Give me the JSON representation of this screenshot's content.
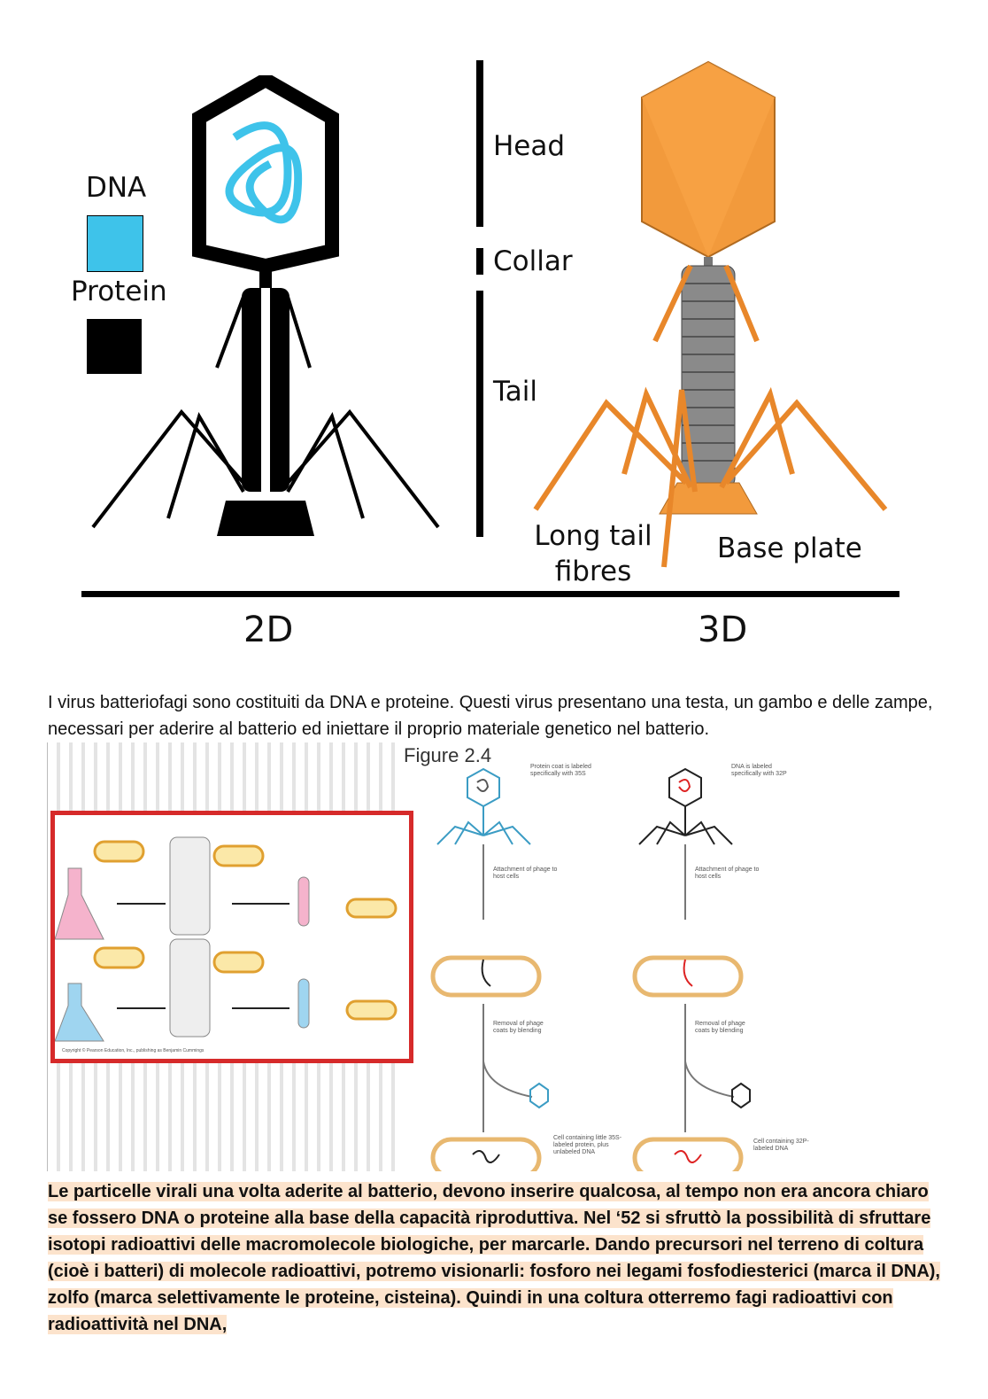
{
  "figure1": {
    "legend": {
      "dna": "DNA",
      "protein": "Protein",
      "dna_color": "#3ec3ea",
      "protein_color": "#000000"
    },
    "parts": {
      "head": "Head",
      "collar": "Collar",
      "tail": "Tail",
      "fibres": "Long tail fibres",
      "base": "Base plate"
    },
    "captions": {
      "left": "2D",
      "right": "3D"
    }
  },
  "paragraph1": "I virus batteriofagi sono costituiti da DNA e proteine. Questi virus presentano una testa, un gambo e delle zampe, necessari per aderire al batterio ed iniettare il proprio materiale genetico nel batterio.",
  "figure2": {
    "title": "Figure 2.4",
    "note_protein": "Protein coat is labeled specifically with 35S",
    "note_dna": "DNA is labeled specifically with 32P",
    "attach": "Attachment of phage to host cells",
    "removal": "Removal of phage coats by blending",
    "cell_left": "Cell containing little 35S-labeled protein, plus unlabeled DNA",
    "cell_right": "Cell containing 32P-labeled DNA",
    "copyright": "Copyright © Pearson Education, Inc., publishing as Benjamin Cummings"
  },
  "paragraph2": "Le particelle virali una volta aderite al batterio, devono inserire qualcosa, al tempo non era ancora chiaro se fossero DNA o proteine alla base della capacità riproduttiva. Nel ‘52 si sfruttò la possibilità di sfruttare isotopi radioattivi delle macromolecole biologiche, per marcarle. Dando precursori nel terreno di coltura (cioè i batteri) di molecole radioattivi, potremo visionarli: fosforo nei legami fosfodiesterici (marca il DNA), zolfo (marca selettivamente le proteine, cisteina). Quindi in una coltura otterremo fagi radioattivi con radioattività nel DNA,"
}
